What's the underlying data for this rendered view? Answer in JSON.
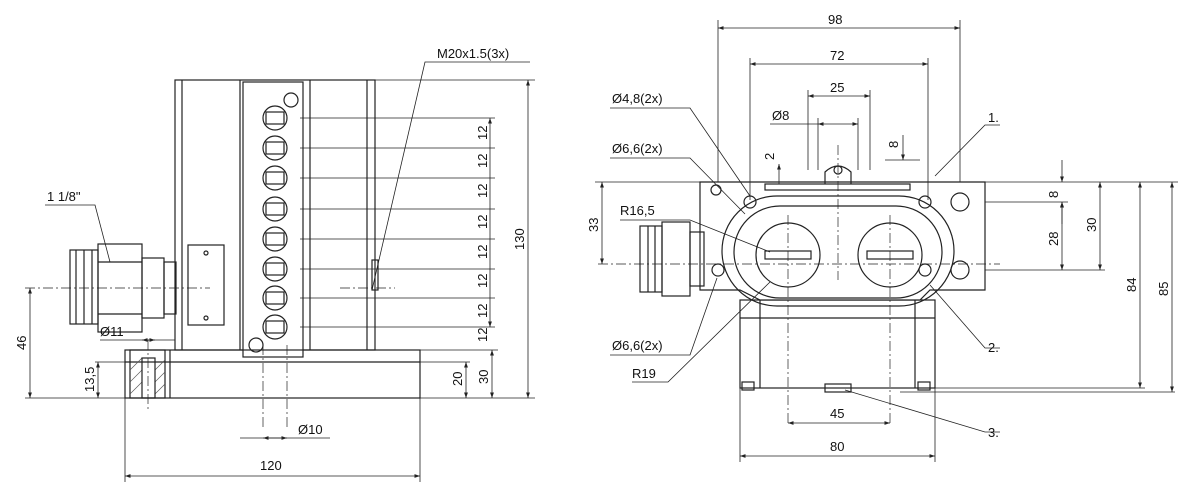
{
  "left_view": {
    "thread_label": "M20x1.5(3x)",
    "pitch_labels": [
      "12",
      "12",
      "12",
      "12",
      "12",
      "12",
      "12",
      "12"
    ],
    "height_total": "130",
    "height_30": "30",
    "height_20": "20",
    "height_46": "46",
    "height_13_5": "13,5",
    "dia_11": "Ø11",
    "dia_10": "Ø10",
    "width_120": "120",
    "thread_1_1_8": "1 1/8\""
  },
  "right_view": {
    "dim_98": "98",
    "dim_72": "72",
    "dim_25": "25",
    "dia_8": "Ø8",
    "dim_2": "2",
    "dim_8_top": "8",
    "dia_4_8": "Ø4,8(2x)",
    "dia_6_6_top": "Ø6,6(2x)",
    "dia_6_6_bottom": "Ø6,6(2x)",
    "r_16_5": "R16,5",
    "r_19": "R19",
    "dim_33": "33",
    "dim_8_right": "8",
    "dim_28": "28",
    "dim_30": "30",
    "dim_84": "84",
    "dim_85": "85",
    "dim_45": "45",
    "dim_80": "80",
    "callout_1": "1.",
    "callout_2": "2.",
    "callout_3": "3."
  }
}
